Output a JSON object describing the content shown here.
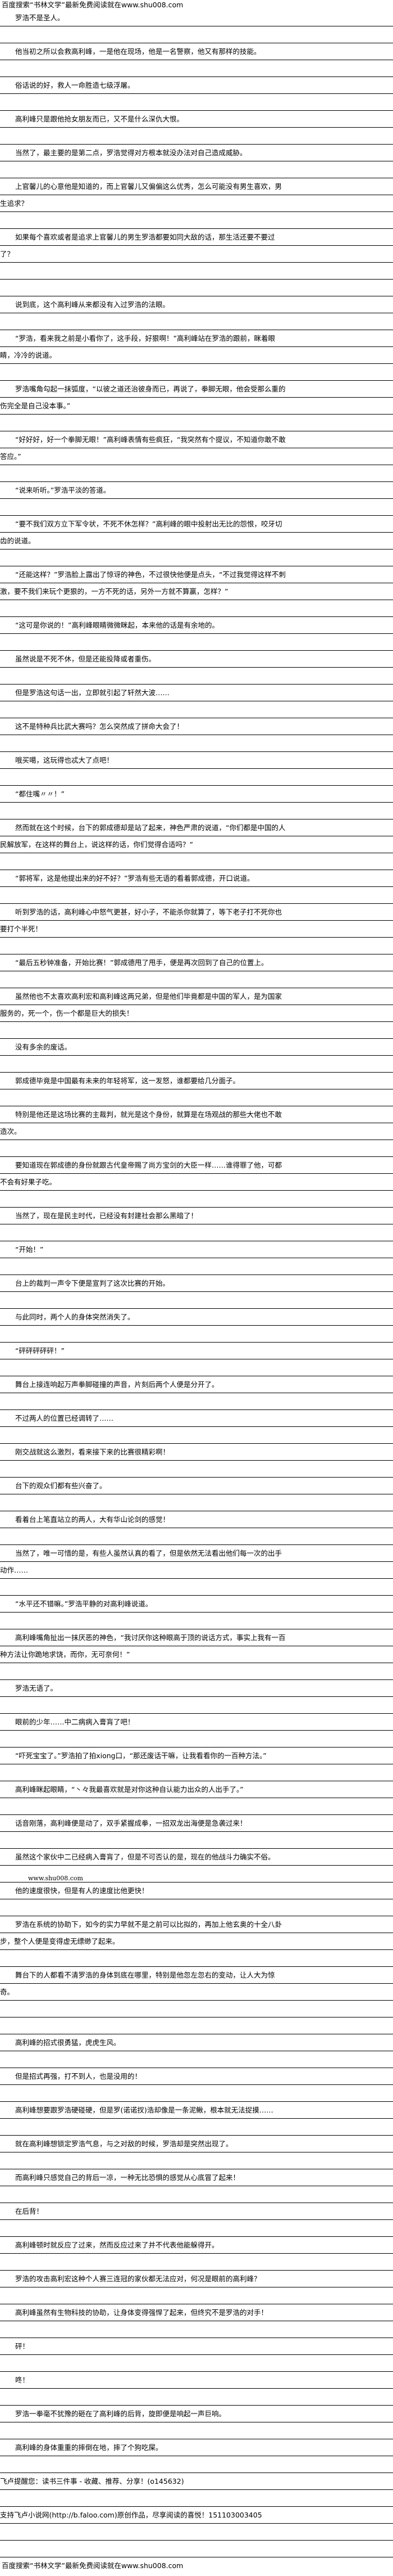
{
  "header_banner": "百度搜索“书林文学”最新免费阅读就在www.shu008.com",
  "watermark": "www.shu008.com",
  "paragraphs": [
    "罗浩不是圣人。",
    "他当初之所以会救高利峰，一是他在现场，他是一名警察，他又有那样的技能。",
    "俗话说的好，救人一命胜造七级浮屠。",
    "高利峰只是跟他抢女朋友而已，又不是什么深仇大恨。",
    "当然了，最主要的是第二点，罗浩觉得对方根本就没办法对自己造成威胁。",
    "上官馨儿的心意他是知道的，而上官馨儿又偏偏这么优秀，怎么可能没有男生喜欢，男生追求？",
    "如果每个喜欢或者是追求上官馨儿的男生罗浩都要如同大敌的话，那生活还要不要过了？",
    "说到底，这个高利峰从来都没有入过罗浩的法眼。",
    "“罗浩，看来我之前是小看你了，这手段，好狠啊！”高利峰站在罗浩的跟前，眯着眼睛，冷冷的说道。",
    "罗浩嘴角勾起一抹弧度，“以彼之道还治彼身而已，再说了，拳脚无眼，他会受那么重的伤完全是自己没本事。”",
    "“好好好，好一个拳脚无眼！”高利峰表情有些疯狂，“我突然有个提议，不知道你敢不敢答应。”",
    "“说来听听。”罗浩平淡的答道。",
    "“要不我们双方立下军令状，不死不休怎样？”高利峰的眼中投射出无比的怨恨，咬牙切齿的说道。",
    "“还能这样？”罗浩脸上露出了惊讶的神色，不过很快他便是点头，“不过我觉得这样不刺激，要不我们来玩个更狠的，一方不死的话，另外一方就不算赢，怎样？”",
    "“这可是你说的！”高利峰眼睛微微眯起，本来他的话是有余地的。",
    "虽然说是不死不休，但是还能投降或者重伤。",
    "但是罗浩这句话一出，立即就引起了轩然大波……",
    "这不是特种兵比武大赛吗？怎么突然成了拼命大会了！",
    "哦买噶，这玩得也忒大了点吧！",
    "“都住嘴〃〃！”",
    "然而就在这个时候，台下的郭成德却是站了起来，神色严肃的说道，“你们都是中国的人民解放军，在这样的舞台上，说这样的话，你们觉得合适吗？”",
    "“郭将军，这是他提出来的好不好？”罗浩有些无语的看着郭成德，开口说道。",
    "听到罗浩的话，高利峰心中怒气更甚，好小子，不能杀你就算了，等下老子打不死你也要打个半死！",
    "“最后五秒钟准备，开始比赛！”郭成德甩了甩手，便是再次回到了自己的位置上。",
    "虽然他也不太喜欢高利宏和高利峰这两兄弟，但是他们毕竟都是中国的军人，是为国家服务的，死一个，伤一个都是巨大的损失！",
    "没有多余的废话。",
    "郭成德毕竟是中国最有未来的年轻将军，这一发怒，谁都要给几分面子。",
    "特别是他还是这场比赛的主裁判，就光是这个身份，就算是在场观战的那些大佬也不敢造次。",
    "要知道现在郭成德的身份就跟古代皇帝赐了尚方宝剑的大臣一样……谁得罪了他，可都不会有好果子吃。",
    "当然了，现在是民主时代，已经没有封建社会那么黑暗了！",
    "“开始！”",
    "台上的裁判一声令下便是宣判了这次比赛的开始。",
    "与此同时，两个人的身体突然消失了。",
    "“砰砰砰砰砰！”",
    "舞台上接连响起万声拳脚碰撞的声音，片刻后两个人便是分开了。",
    "不过两人的位置已经调转了……",
    "刚交战就这么激烈，看来接下来的比赛很精彩啊！",
    "台下的观众们都有些兴奋了。",
    "看着台上笔直站立的两人，大有华山论剑的感觉！",
    "当然了，唯一可惜的是，有些人虽然认真的看了，但是依然无法看出他们每一次的出手动作……",
    "“水平还不错嘛。”罗浩平静的对高利峰说道。",
    "高利峰嘴角扯出一抹厌恶的神色，“我讨厌你这种眼高于顶的说话方式，事实上我有一百种方法让你跪地求饶，而你，无可奈何！”",
    "罗浩无语了。",
    "眼前的少年……中二病病入膏肓了吧！",
    "“吓死宝宝了。”罗浩拍了拍xiong口，“那还废话干嘛，让我看看你的一百种方法。”",
    "高利峰眯起眼睛，“丶々我最喜欢就是对你这种自认能力出众的人出手了。”",
    "话音刚落，高利峰便是动了，双手紧握成拳，一招双龙出海便是急袭过来！",
    "虽然这个家伙中二已经病入膏肓了，但是不可否认的是，现在的他战斗力确实不俗。",
    "他的速度很快，但是有人的速度比他更快！",
    "罗浩在系统的协助下，如今的实力早就不是之前可以比拟的，再加上他玄奥的十全八卦步，整个人便是变得虚无缥缈了起来。",
    "舞台下的人都看不清罗浩的身体到底在哪里，特别是他忽左忽右的变动，让人大为惊奇。",
    "高利峰的招式很勇猛，虎虎生风。",
    "但是招式再强，打不到人，也是没用的！",
    "高利峰想要跟罗浩硬碰硬，但是罗(诺诺扠)浩却像是一条泥鳅，根本就无法捉摸……",
    "就在高利峰想锁定罗浩气息，与之对敌的时候，罗浩却是突然出现了。",
    "而高利峰只感觉自己的背后一凉，一种无比恐惧的感觉从心底冒了起来！",
    "在后背！",
    "高利峰顿时就反应了过来，然而反应过来了并不代表他能躲得开。",
    "罗浩的攻击高利宏这种个人赛三连冠的家伙都无法应对，何况是眼前的高利峰？",
    "高利峰虽然有生物科技的协助，让身体变得强悍了起来，但终究不是罗浩的对手！",
    "砰！",
    "咚！",
    "罗浩一拳毫不犹豫的砸在了高利峰的后背，旋即便是响起一声巨响。",
    "高利峰的身体重重的摔倒在地，摔了个狗吃屎。"
  ],
  "footer": {
    "reminder": "飞卢提醒您：读书三件事 - 收藏、推荐、分享！(o145632)",
    "support": "支持飞卢小说网(http://b.faloo.com)原创作品，尽享阅读的喜悦！151103003405",
    "banner": "百度搜索“书林文学”最新免费阅读就在www.shu008.com"
  }
}
